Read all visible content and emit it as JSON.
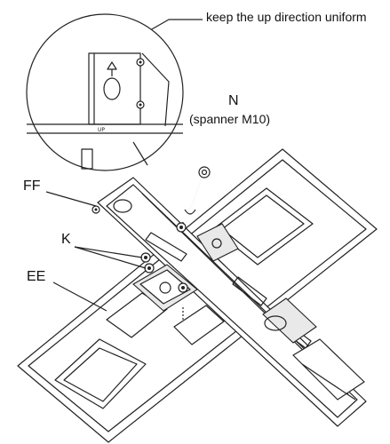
{
  "labels": {
    "callout": "keep the up direction uniform",
    "n": "N",
    "n_sub": "(spanner  M10)",
    "ff": "FF",
    "k": "K",
    "ee": "EE",
    "up_mark": "UP"
  },
  "icons": [
    "up-arrow-icon",
    "spanner-icon",
    "bolt-icon",
    "nut-icon"
  ]
}
